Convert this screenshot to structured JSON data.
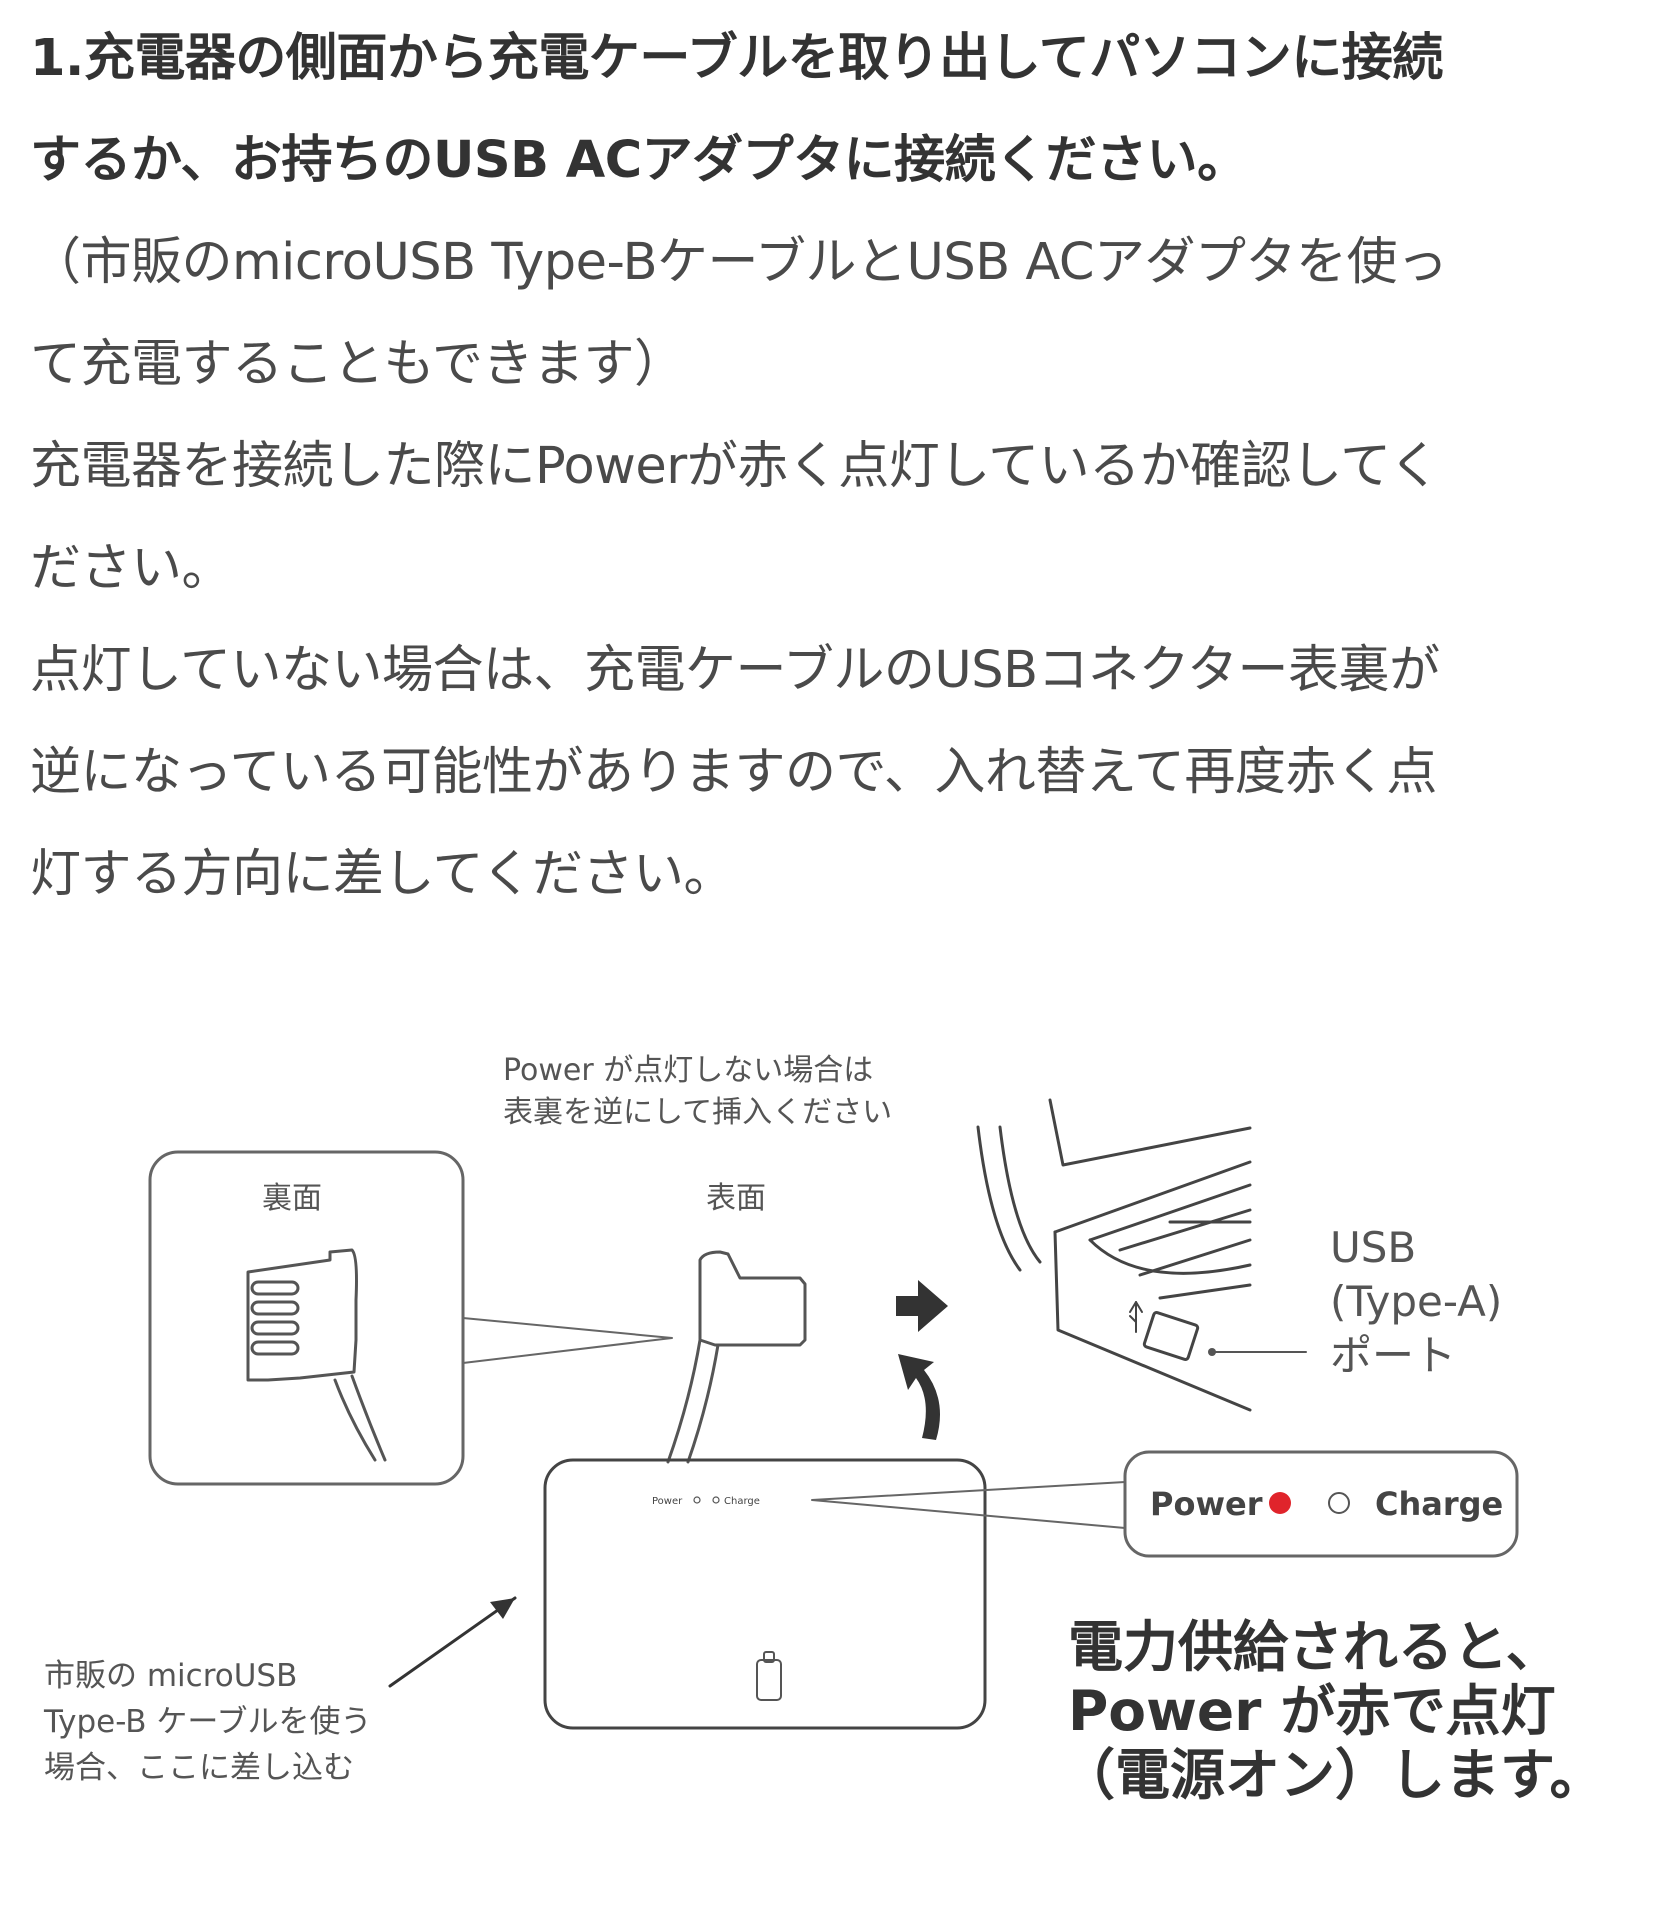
{
  "instructions": {
    "step_heading_line1": "1.充電器の側面から充電ケーブルを取り出してパソコンに接続",
    "step_heading_line2": "するか、お持ちのUSB ACアダプタに接続ください。",
    "note_line1": "（市販のmicroUSB Type-BケーブルとUSB ACアダプタを使っ",
    "note_line2": "て充電することもできます）",
    "check_line1": "充電器を接続した際にPowerが赤く点灯しているか確認してく",
    "check_line2": "ださい。",
    "fix_line1": "点灯していない場合は、充電ケーブルのUSBコネクター表裏が",
    "fix_line2": "逆になっている可能性がありますので、入れ替えて再度赤く点",
    "fix_line3": "灯する方向に差してください。"
  },
  "diagram": {
    "flip_note_line1": "Power が点灯しない場合は",
    "flip_note_line2": "表裏を逆にして挿入ください",
    "back_side_label": "裏面",
    "front_side_label": "表面",
    "usb_port_line1": "USB",
    "usb_port_line2": "(Type-A)",
    "usb_port_line3": "ポート",
    "callout_power": "Power",
    "callout_charge": "Charge",
    "device_power_label": "Power",
    "device_charge_label": "Charge",
    "microusb_line1": "市販の microUSB",
    "microusb_line2": "Type-B ケーブルを使う",
    "microusb_line3": "場合、ここに差し込む",
    "power_on_line1": "電力供給されると、",
    "power_on_line2": "Power が赤で点灯",
    "power_on_line3": "（電源オン）します。"
  },
  "colors": {
    "text": "#4a4a4a",
    "line": "#555555",
    "power_led": "#e0242b"
  }
}
